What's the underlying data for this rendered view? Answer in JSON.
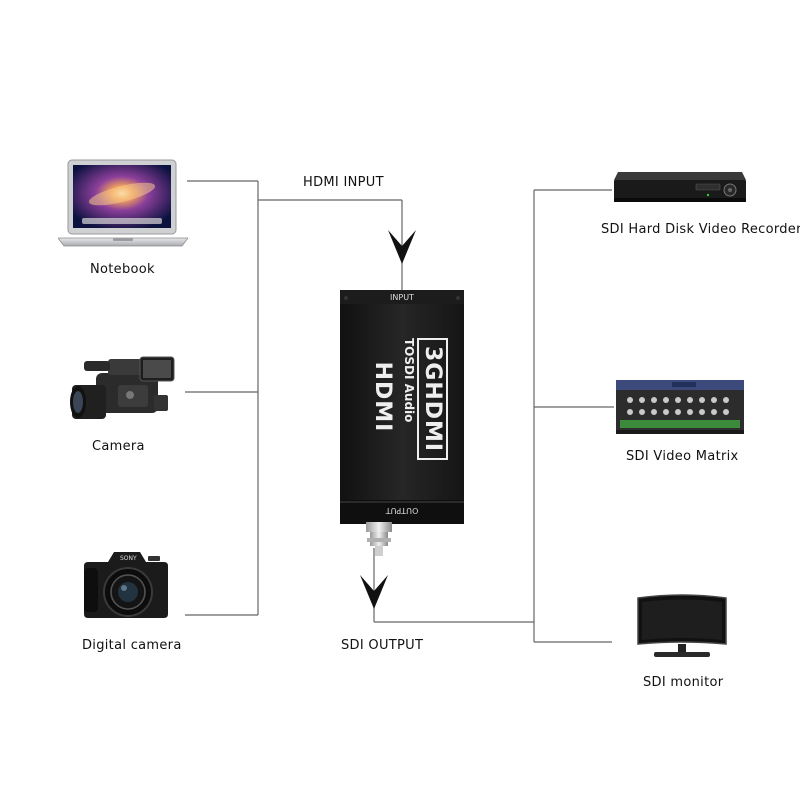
{
  "diagram": {
    "labels": {
      "hdmi_input": "HDMI INPUT",
      "sdi_output": "SDI OUTPUT"
    },
    "sources": [
      {
        "label": "Notebook"
      },
      {
        "label": "Camera"
      },
      {
        "label": "Digital camera"
      }
    ],
    "targets": [
      {
        "label": "SDI Hard Disk Video Recorder"
      },
      {
        "label": "SDI Video Matrix"
      },
      {
        "label": "SDI monitor"
      }
    ],
    "converter": {
      "port_input": "INPUT",
      "port_output": "OUTPUT",
      "brand": "HDMI",
      "model": "3GHDMI",
      "subtitle": "TOSDI Audio"
    },
    "camera_brand": "SONY",
    "colors": {
      "line": "#666666",
      "device_body": "#1a1a1a",
      "arrow": "#111111"
    }
  }
}
